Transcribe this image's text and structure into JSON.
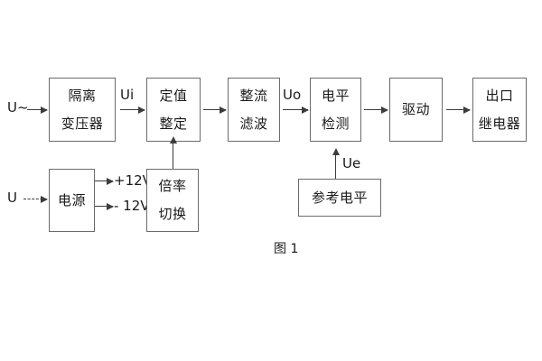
{
  "diagram": {
    "caption": "图 1",
    "blocks": [
      {
        "id": "isolation-transformer",
        "lines": [
          "隔离",
          "变压器"
        ]
      },
      {
        "id": "setpoint-setting",
        "lines": [
          "定值",
          "整定"
        ]
      },
      {
        "id": "rectify-filter",
        "lines": [
          "整流",
          "滤波"
        ]
      },
      {
        "id": "level-detection",
        "lines": [
          "电平",
          "检测"
        ]
      },
      {
        "id": "drive",
        "lines": [
          "驱动"
        ]
      },
      {
        "id": "output-relay",
        "lines": [
          "出口",
          "继电器"
        ]
      },
      {
        "id": "power-supply",
        "lines": [
          "电源"
        ]
      },
      {
        "id": "multiplier-switch",
        "lines": [
          "倍率",
          "切换"
        ]
      },
      {
        "id": "reference-level",
        "lines": [
          "参考电平"
        ]
      }
    ],
    "signal_labels": {
      "input_ac": "U~",
      "input_dc": "U",
      "ui": "Ui",
      "uo": "Uo",
      "ue": "Ue",
      "rail_positive": "+12V",
      "rail_negative": "- 12V"
    },
    "colors": {
      "box_border": "#6b6b6b",
      "arrow": "#3c3c3c",
      "text": "#1a1a1a",
      "background": "#ffffff"
    }
  }
}
